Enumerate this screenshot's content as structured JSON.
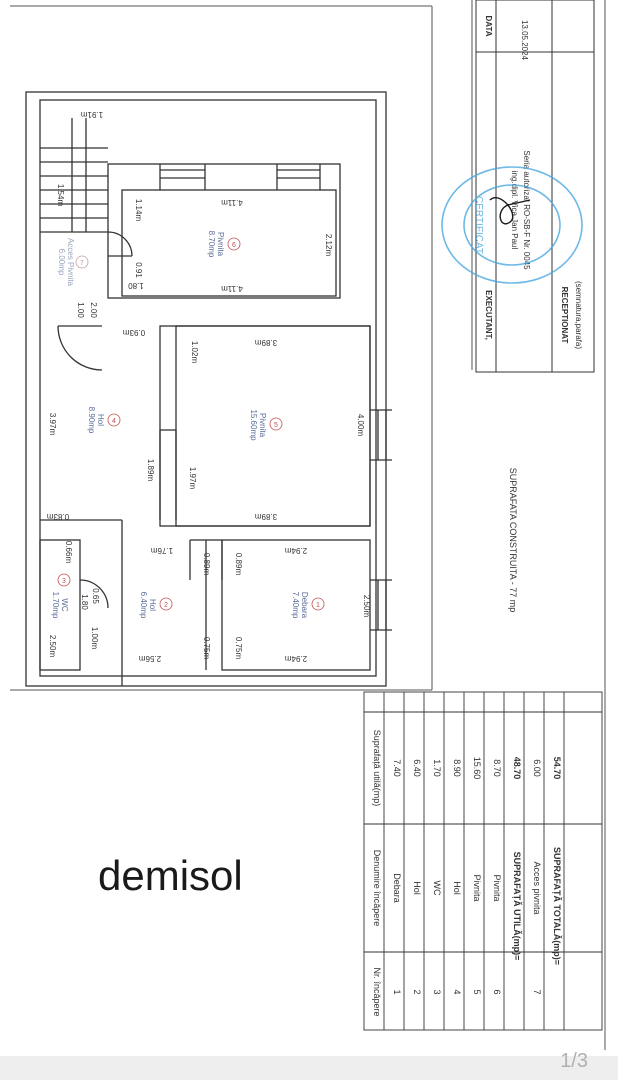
{
  "floor_name": "demisol",
  "page_number": "1/3",
  "surface_note": "SUPRAFATA CONSTRUITA - 77 mp",
  "title_block": {
    "date_header": "DATA",
    "date_value": "13.05.2024",
    "executant_label": "EXECUTANT,",
    "engineer_name": "ing.dipl. Vica Jan Paul",
    "authorization": "Seria autorizat RO-SB-F Nr. 0045",
    "reception_label": "RECEPTIONAT",
    "reception_note": "(semnatura,parafa)",
    "stamp_text": "CERTIFICAT"
  },
  "rooms": [
    {
      "num": "1",
      "name": "Debara",
      "area": "7.40mp"
    },
    {
      "num": "2",
      "name": "Hol",
      "area": "6.40mp"
    },
    {
      "num": "3",
      "name": "WC",
      "area": "1.70mp"
    },
    {
      "num": "4",
      "name": "Hol",
      "area": "8.90mp"
    },
    {
      "num": "5",
      "name": "Pivnita",
      "area": "15.60mp"
    },
    {
      "num": "6",
      "name": "Pivnita",
      "area": "8.70mp"
    },
    {
      "num": "7",
      "name": "Acces Pivnita",
      "area": "6.00mp"
    }
  ],
  "dimensions": [
    "1.91m",
    "1.54m",
    "1.14m",
    "4.11m",
    "4.11m",
    "2.12m",
    "0.91",
    "1.80",
    "1.00",
    "2.00",
    "0.93m",
    "1.02m",
    "3.89m",
    "3.97m",
    "4.00m",
    "1.89m",
    "1.97m",
    "0.83m",
    "3.89m",
    "0.66m",
    "1.76m",
    "2.94m",
    "0.89m",
    "0.89m",
    "0.65",
    "1.80",
    "2.50m",
    "1.00m",
    "2.56m",
    "0.75m",
    "0.75m",
    "2.94m",
    "2.50m"
  ],
  "table": {
    "headers": [
      "Nr. încăpere",
      "Denumire încăpere",
      "Suprafață utilă(mp)"
    ],
    "rows": [
      [
        "1",
        "Debara",
        "7.40"
      ],
      [
        "2",
        "Hol",
        "6.40"
      ],
      [
        "3",
        "WC",
        "1.70"
      ],
      [
        "4",
        "Hol",
        "8.90"
      ],
      [
        "5",
        "Pivnita",
        "15.60"
      ],
      [
        "6",
        "Pivnita",
        "8.70"
      ]
    ],
    "util_label": "SUPRAFAȚĂ UTILĂ(mp)=",
    "util_value": "48.70",
    "access_num": "7",
    "access_name": "Acces pivnita",
    "access_value": "6.00",
    "total_label": "SUPRAFAȚĂ TOTALĂ(mp)=",
    "total_value": "54.70"
  },
  "colors": {
    "line": "#333333",
    "room_label": "#5a6c9a",
    "room_circle": "#c05050",
    "stamp": "#4aa8e0",
    "signature": "#1a1a1a"
  }
}
